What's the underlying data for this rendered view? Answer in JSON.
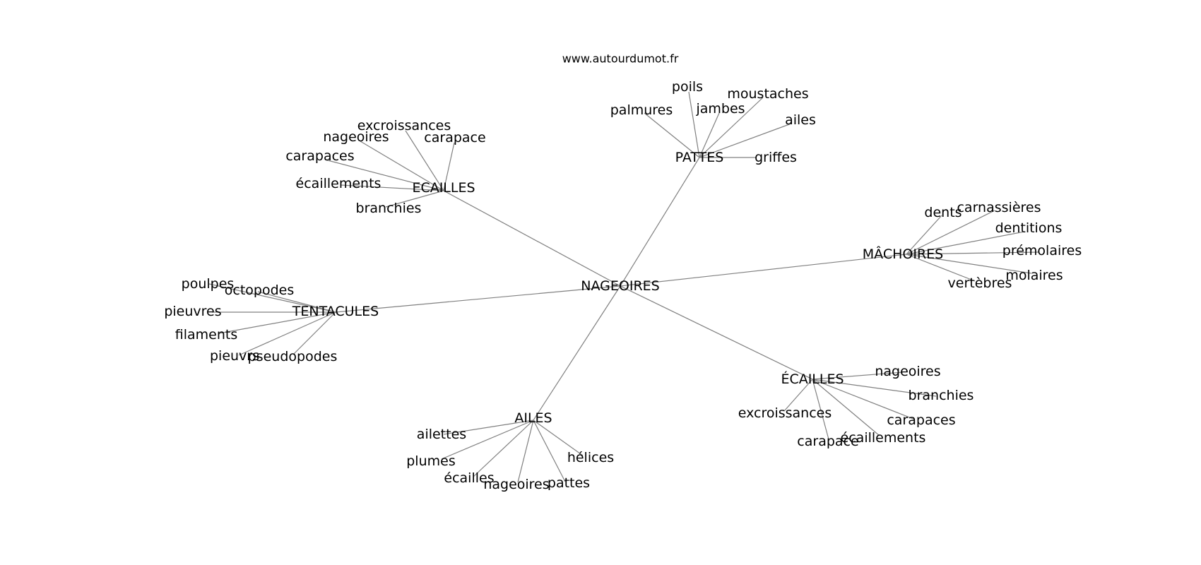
{
  "site_url": "www.autourdumot.fr",
  "graph": {
    "center": "NAGEOIRES",
    "clusters": [
      {
        "label": "PATTES",
        "leaves": [
          "poils",
          "moustaches",
          "palmures",
          "jambes",
          "ailes",
          "griffes"
        ]
      },
      {
        "label": "ECAILLES",
        "leaves": [
          "excroissances",
          "nageoires",
          "carapace",
          "carapaces",
          "écaillements",
          "branchies"
        ]
      },
      {
        "label": "MÂCHOIRES",
        "leaves": [
          "dents",
          "carnassières",
          "dentitions",
          "prémolaires",
          "molaires",
          "vertèbres"
        ]
      },
      {
        "label": "TENTACULES",
        "leaves": [
          "poulpes",
          "octopodes",
          "pieuvres",
          "filaments",
          "pieuvrs",
          "pseudopodes"
        ]
      },
      {
        "label": "ÉCAILLES",
        "leaves": [
          "nageoires",
          "branchies",
          "excroissances",
          "carapaces",
          "écaillements",
          "carapace"
        ]
      },
      {
        "label": "AILES",
        "leaves": [
          "ailettes",
          "plumes",
          "hélices",
          "écailles",
          "nageoires",
          "pattes"
        ]
      }
    ]
  }
}
